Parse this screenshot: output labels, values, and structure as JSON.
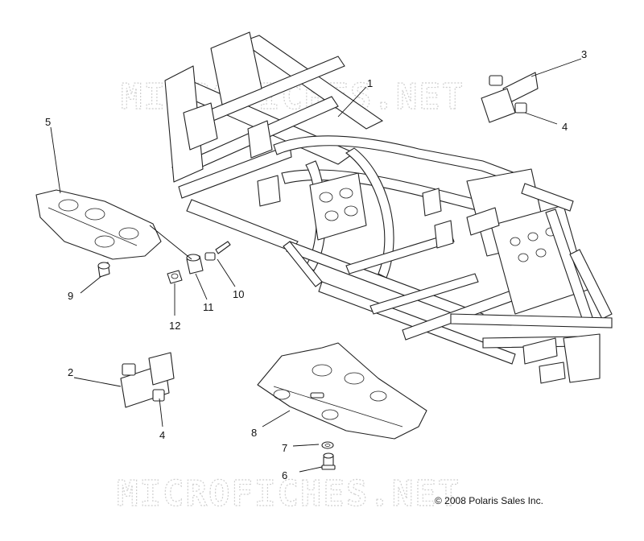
{
  "watermark": {
    "top_text": "MICROFICHES.NET",
    "bottom_text": "MICROFICHES.NET"
  },
  "copyright": "© 2008 Polaris Sales Inc.",
  "callouts": {
    "c1": "1",
    "c2": "2",
    "c3": "3",
    "c4a": "4",
    "c4b": "4",
    "c5": "5",
    "c6": "6",
    "c7": "7",
    "c8": "8",
    "c9": "9",
    "c10": "10",
    "c11": "11",
    "c12": "12"
  }
}
